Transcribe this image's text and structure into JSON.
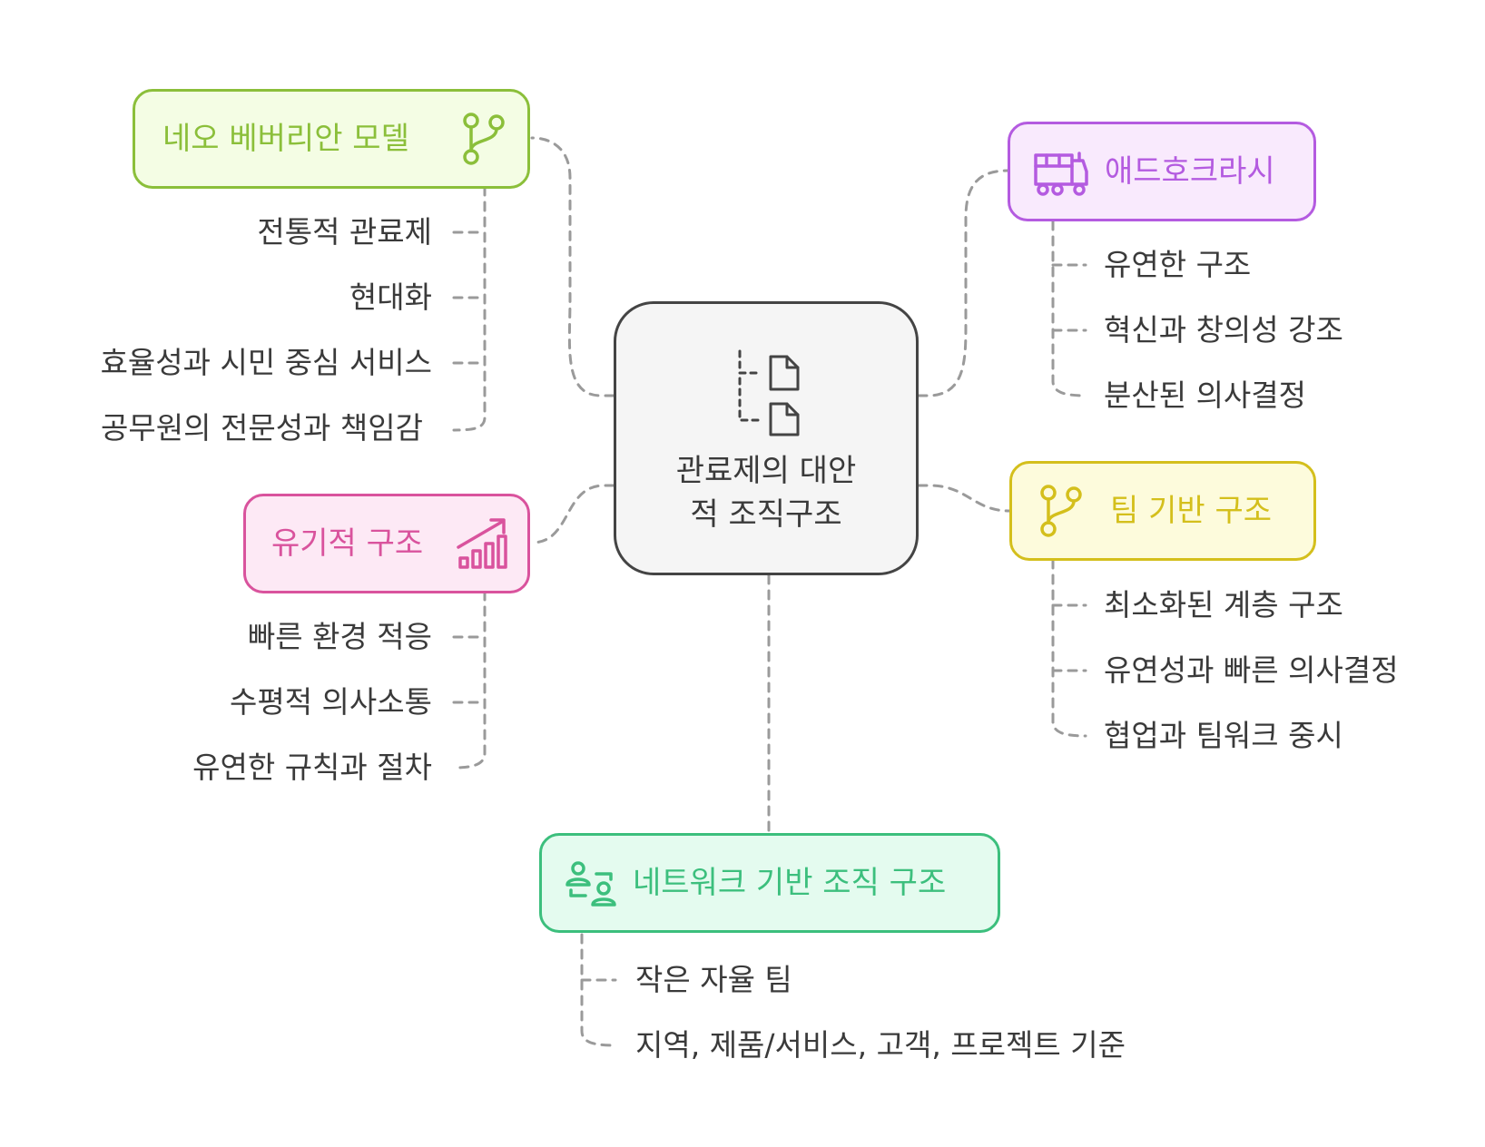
{
  "center": {
    "line1": "관료제의 대안",
    "line2": "적 조직구조",
    "icon": "document-tree-icon"
  },
  "branches": {
    "neo_weberian": {
      "title": "네오 베버리안 모델",
      "icon": "git-branch-icon",
      "color": "#8bbf3a",
      "items": [
        "전통적 관료제",
        "현대화",
        "효율성과 시민 중심 서비스",
        "공무원의 전문성과 책임감"
      ]
    },
    "organic": {
      "title": "유기적 구조",
      "icon": "growth-chart-icon",
      "color": "#d9539d",
      "items": [
        "빠른 환경 적응",
        "수평적 의사소통",
        "유연한 규칙과 절차"
      ]
    },
    "adhocracy": {
      "title": "애드호크라시",
      "icon": "train-icon",
      "color": "#b45be0",
      "items": [
        "유연한 구조",
        "혁신과 창의성 강조",
        "분산된 의사결정"
      ]
    },
    "team": {
      "title": "팀 기반 구조",
      "icon": "git-branch-icon",
      "color": "#d4bf1c",
      "items": [
        "최소화된 계층 구조",
        "유연성과 빠른 의사결정",
        "협업과 팀워크 중시"
      ]
    },
    "network": {
      "title": "네트워크 기반 조직 구조",
      "icon": "network-people-icon",
      "color": "#3cbf7d",
      "items": [
        "작은 자율 팀",
        "지역, 제품/서비스, 고객, 프로젝트 기준"
      ]
    }
  }
}
